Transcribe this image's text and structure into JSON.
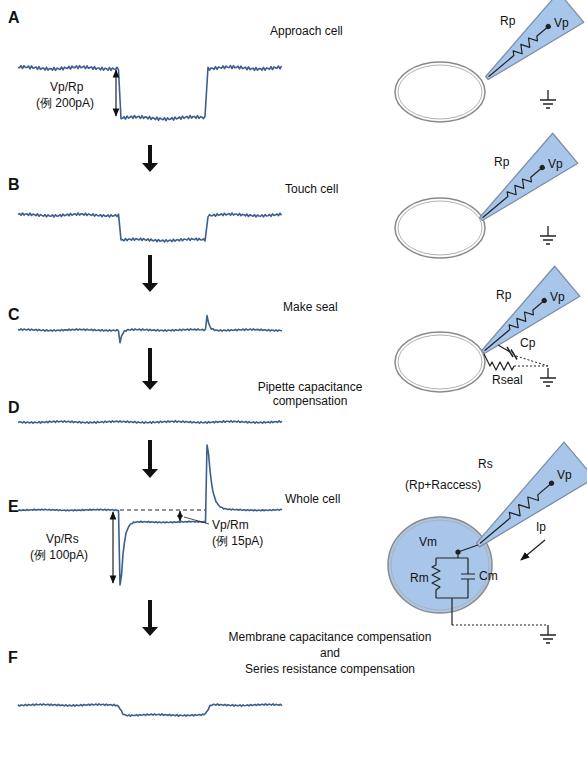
{
  "diagram": {
    "labels": [
      "A",
      "Approach cell",
      "Vp/Rp",
      "(例 200pA)",
      "Rp",
      "Vp",
      "B",
      "Touch cell",
      "Rp",
      "Vp",
      "C",
      "Make seal",
      "Rp",
      "Vp",
      "Cp",
      "Rseal",
      "D",
      "Pipette capacitance compensation",
      "E",
      "Whole cell",
      "Vp/Rs",
      "(例 100pA)",
      "Vp/Rm",
      "(例 15pA)",
      "Rs",
      "(Rp+Raccess)",
      "Vp",
      "Vm",
      "Ip",
      "Rm",
      "Cm",
      "F",
      "Membrane capacitance compensation",
      "and",
      "Series resistance compensation"
    ]
  }
}
